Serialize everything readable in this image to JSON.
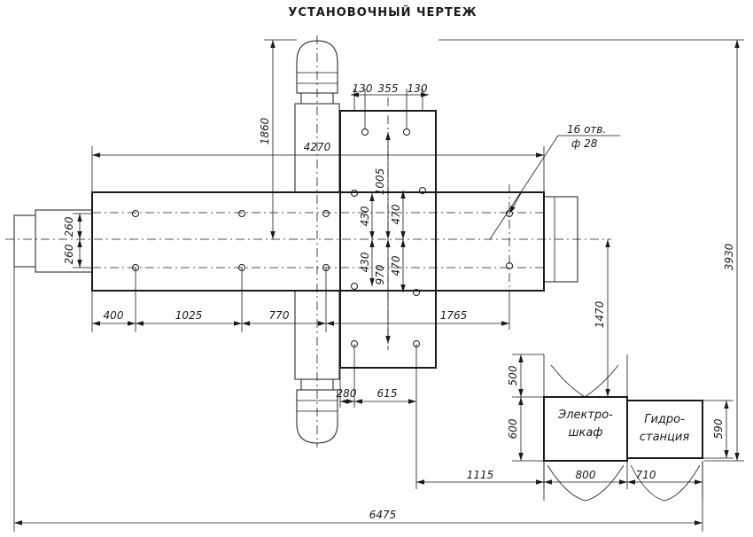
{
  "title": "УСТАНОВОЧНЫЙ ЧЕРТЕЖ",
  "dimensions": {
    "d130a": "130",
    "d355": "355",
    "d130b": "130",
    "d1860": "1860",
    "d4270": "4270",
    "holes_line1": "16 отв.",
    "holes_line2": "ф 28",
    "d1005": "1005",
    "d430a": "430",
    "d470a": "470",
    "d430b": "430",
    "d970": "970",
    "d470b": "470",
    "d260a": "260",
    "d260b": "260",
    "d400": "400",
    "d1025": "1025",
    "d770": "770",
    "d1765": "1765",
    "d1470": "1470",
    "d3930": "3930",
    "d500": "500",
    "d600": "600",
    "d590": "590",
    "d280": "280",
    "d615": "615",
    "d1115": "1115",
    "d800": "800",
    "d710": "710",
    "d6475": "6475"
  },
  "cabinets": {
    "electric_line1": "Электро-",
    "electric_line2": "шкаф",
    "hydro_line1": "Гидро-",
    "hydro_line2": "станция"
  }
}
